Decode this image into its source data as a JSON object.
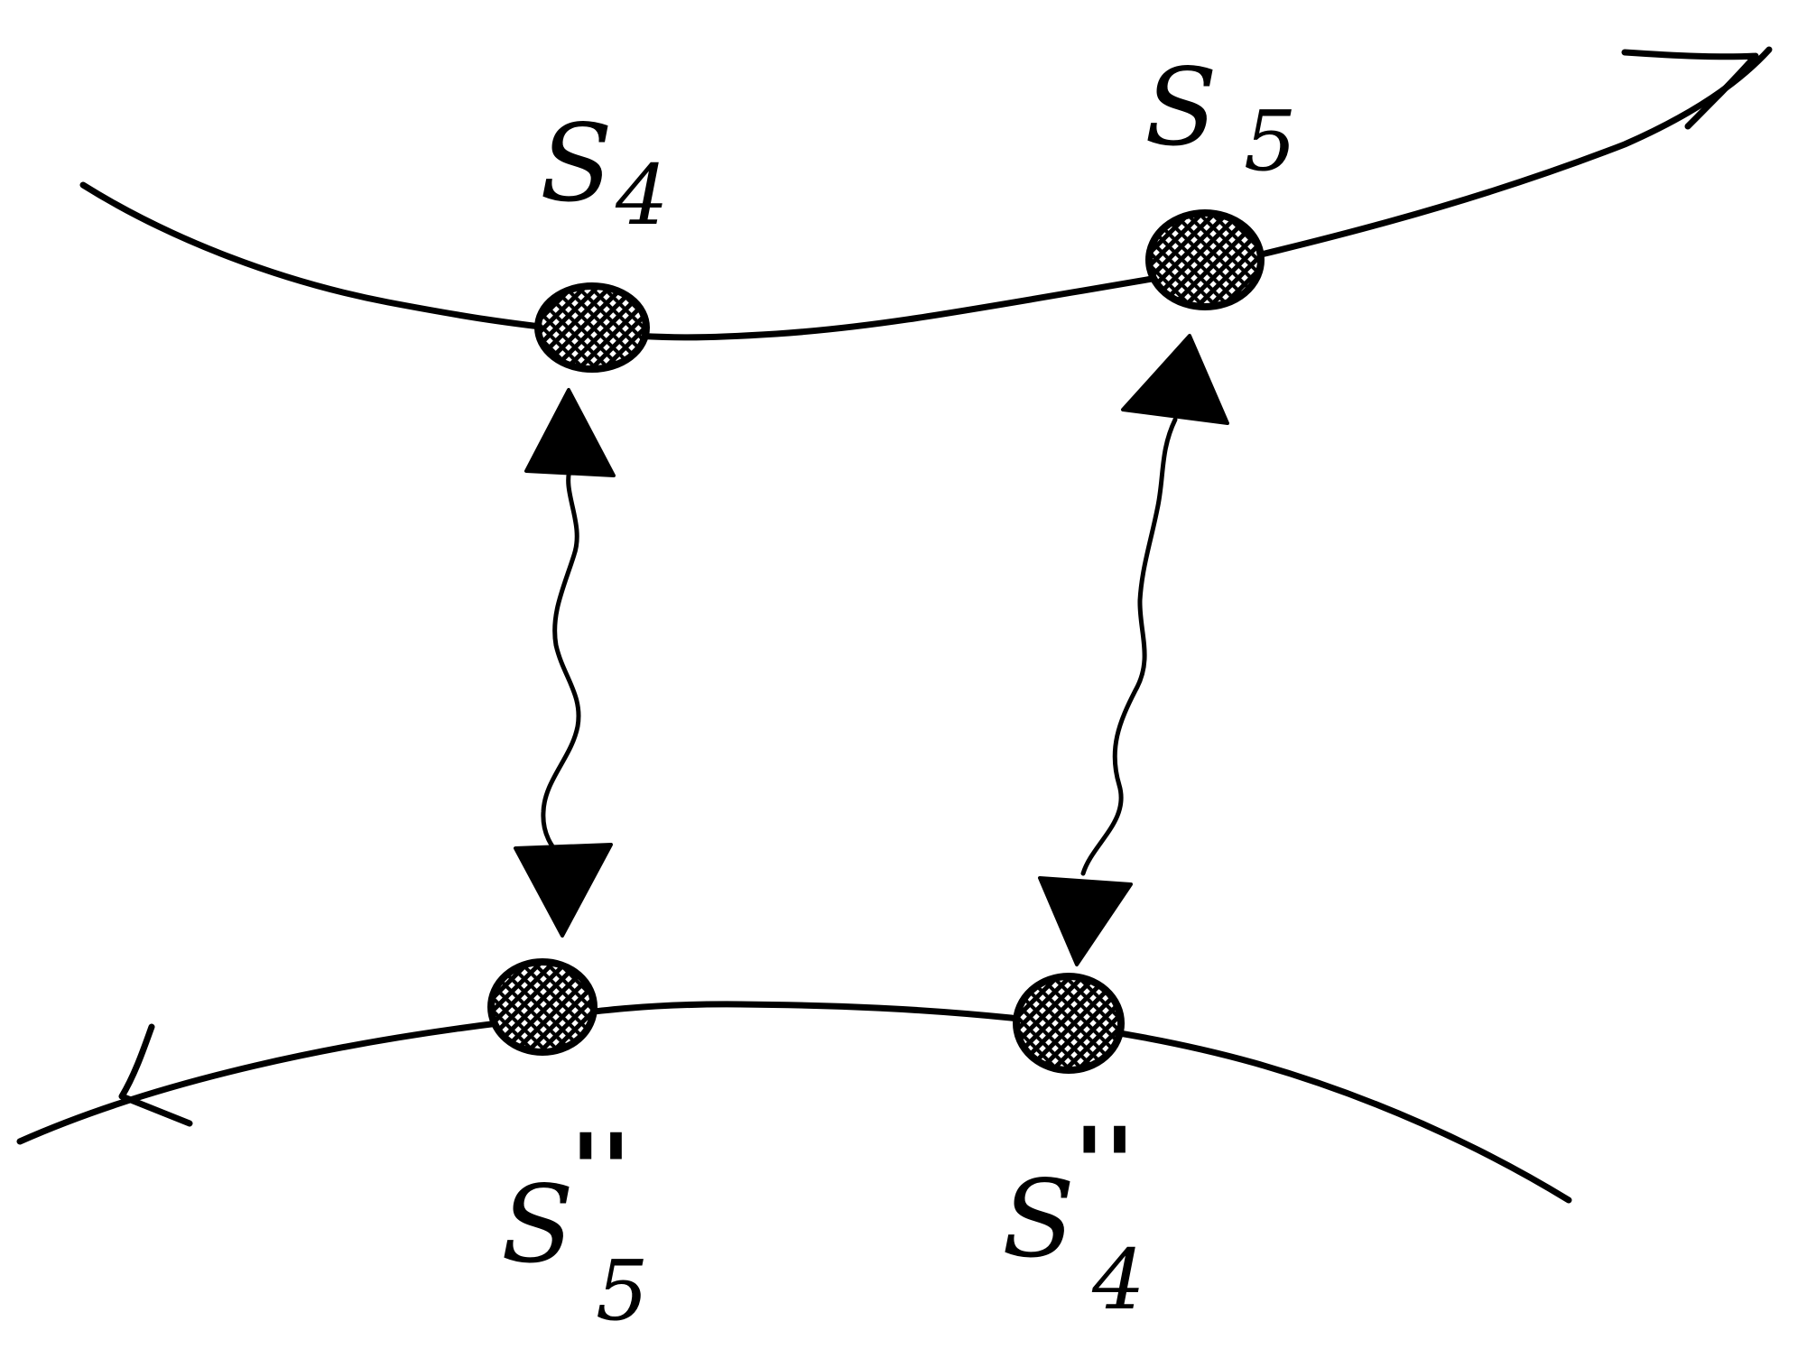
{
  "diagram": {
    "top_strand": {
      "site_left": {
        "letter": "S",
        "sub": "4",
        "prime": ""
      },
      "site_right": {
        "letter": "S",
        "sub": "5",
        "prime": ""
      }
    },
    "bottom_strand": {
      "site_left": {
        "letter": "S",
        "sub": "5",
        "prime": "''"
      },
      "site_right": {
        "letter": "S",
        "sub": "4",
        "prime": "''"
      }
    }
  }
}
